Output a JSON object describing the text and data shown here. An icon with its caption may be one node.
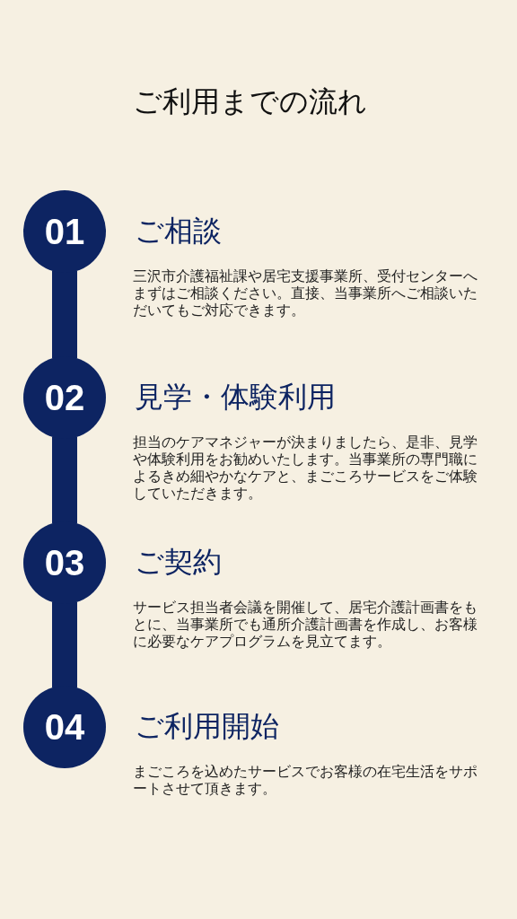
{
  "diagram": {
    "title": "ご利用までの流れ",
    "nodes": [
      {
        "text": [
          "01"
        ],
        "beside": [
          "ご相談",
          "三沢市介護福祉課や居宅支援事業所、受付センターへまずはご相談ください。直接、当事業所へご相談いただいてもご対応できます。"
        ]
      },
      {
        "text": [
          "02"
        ],
        "beside": [
          "見学・体験利用",
          "担当のケアマネジャーが決まりましたら、是非、見学や体験利用をお勧めいたします。当事業所の専門職によるきめ細やかなケアと、まごころサービスをご体験していただきます。"
        ]
      },
      {
        "text": [
          "03"
        ],
        "beside": [
          "ご契約",
          "サービス担当者会議を開催して、居宅介護計画書をもとに、当事業所でも通所介護計画書を作成し、お客様に必要なケアプログラムを見立てます。"
        ]
      },
      {
        "text": [
          "04"
        ],
        "beside": [
          "ご利用開始",
          "まごころを込めたサービスでお客様の在宅生活をサポートさせて頂きます。"
        ]
      }
    ],
    "edges": [
      {
        "from": 0,
        "to": 1,
        "arrow": "none"
      },
      {
        "from": 1,
        "to": 2,
        "arrow": "none"
      },
      {
        "from": 2,
        "to": 3,
        "arrow": "none"
      }
    ]
  }
}
